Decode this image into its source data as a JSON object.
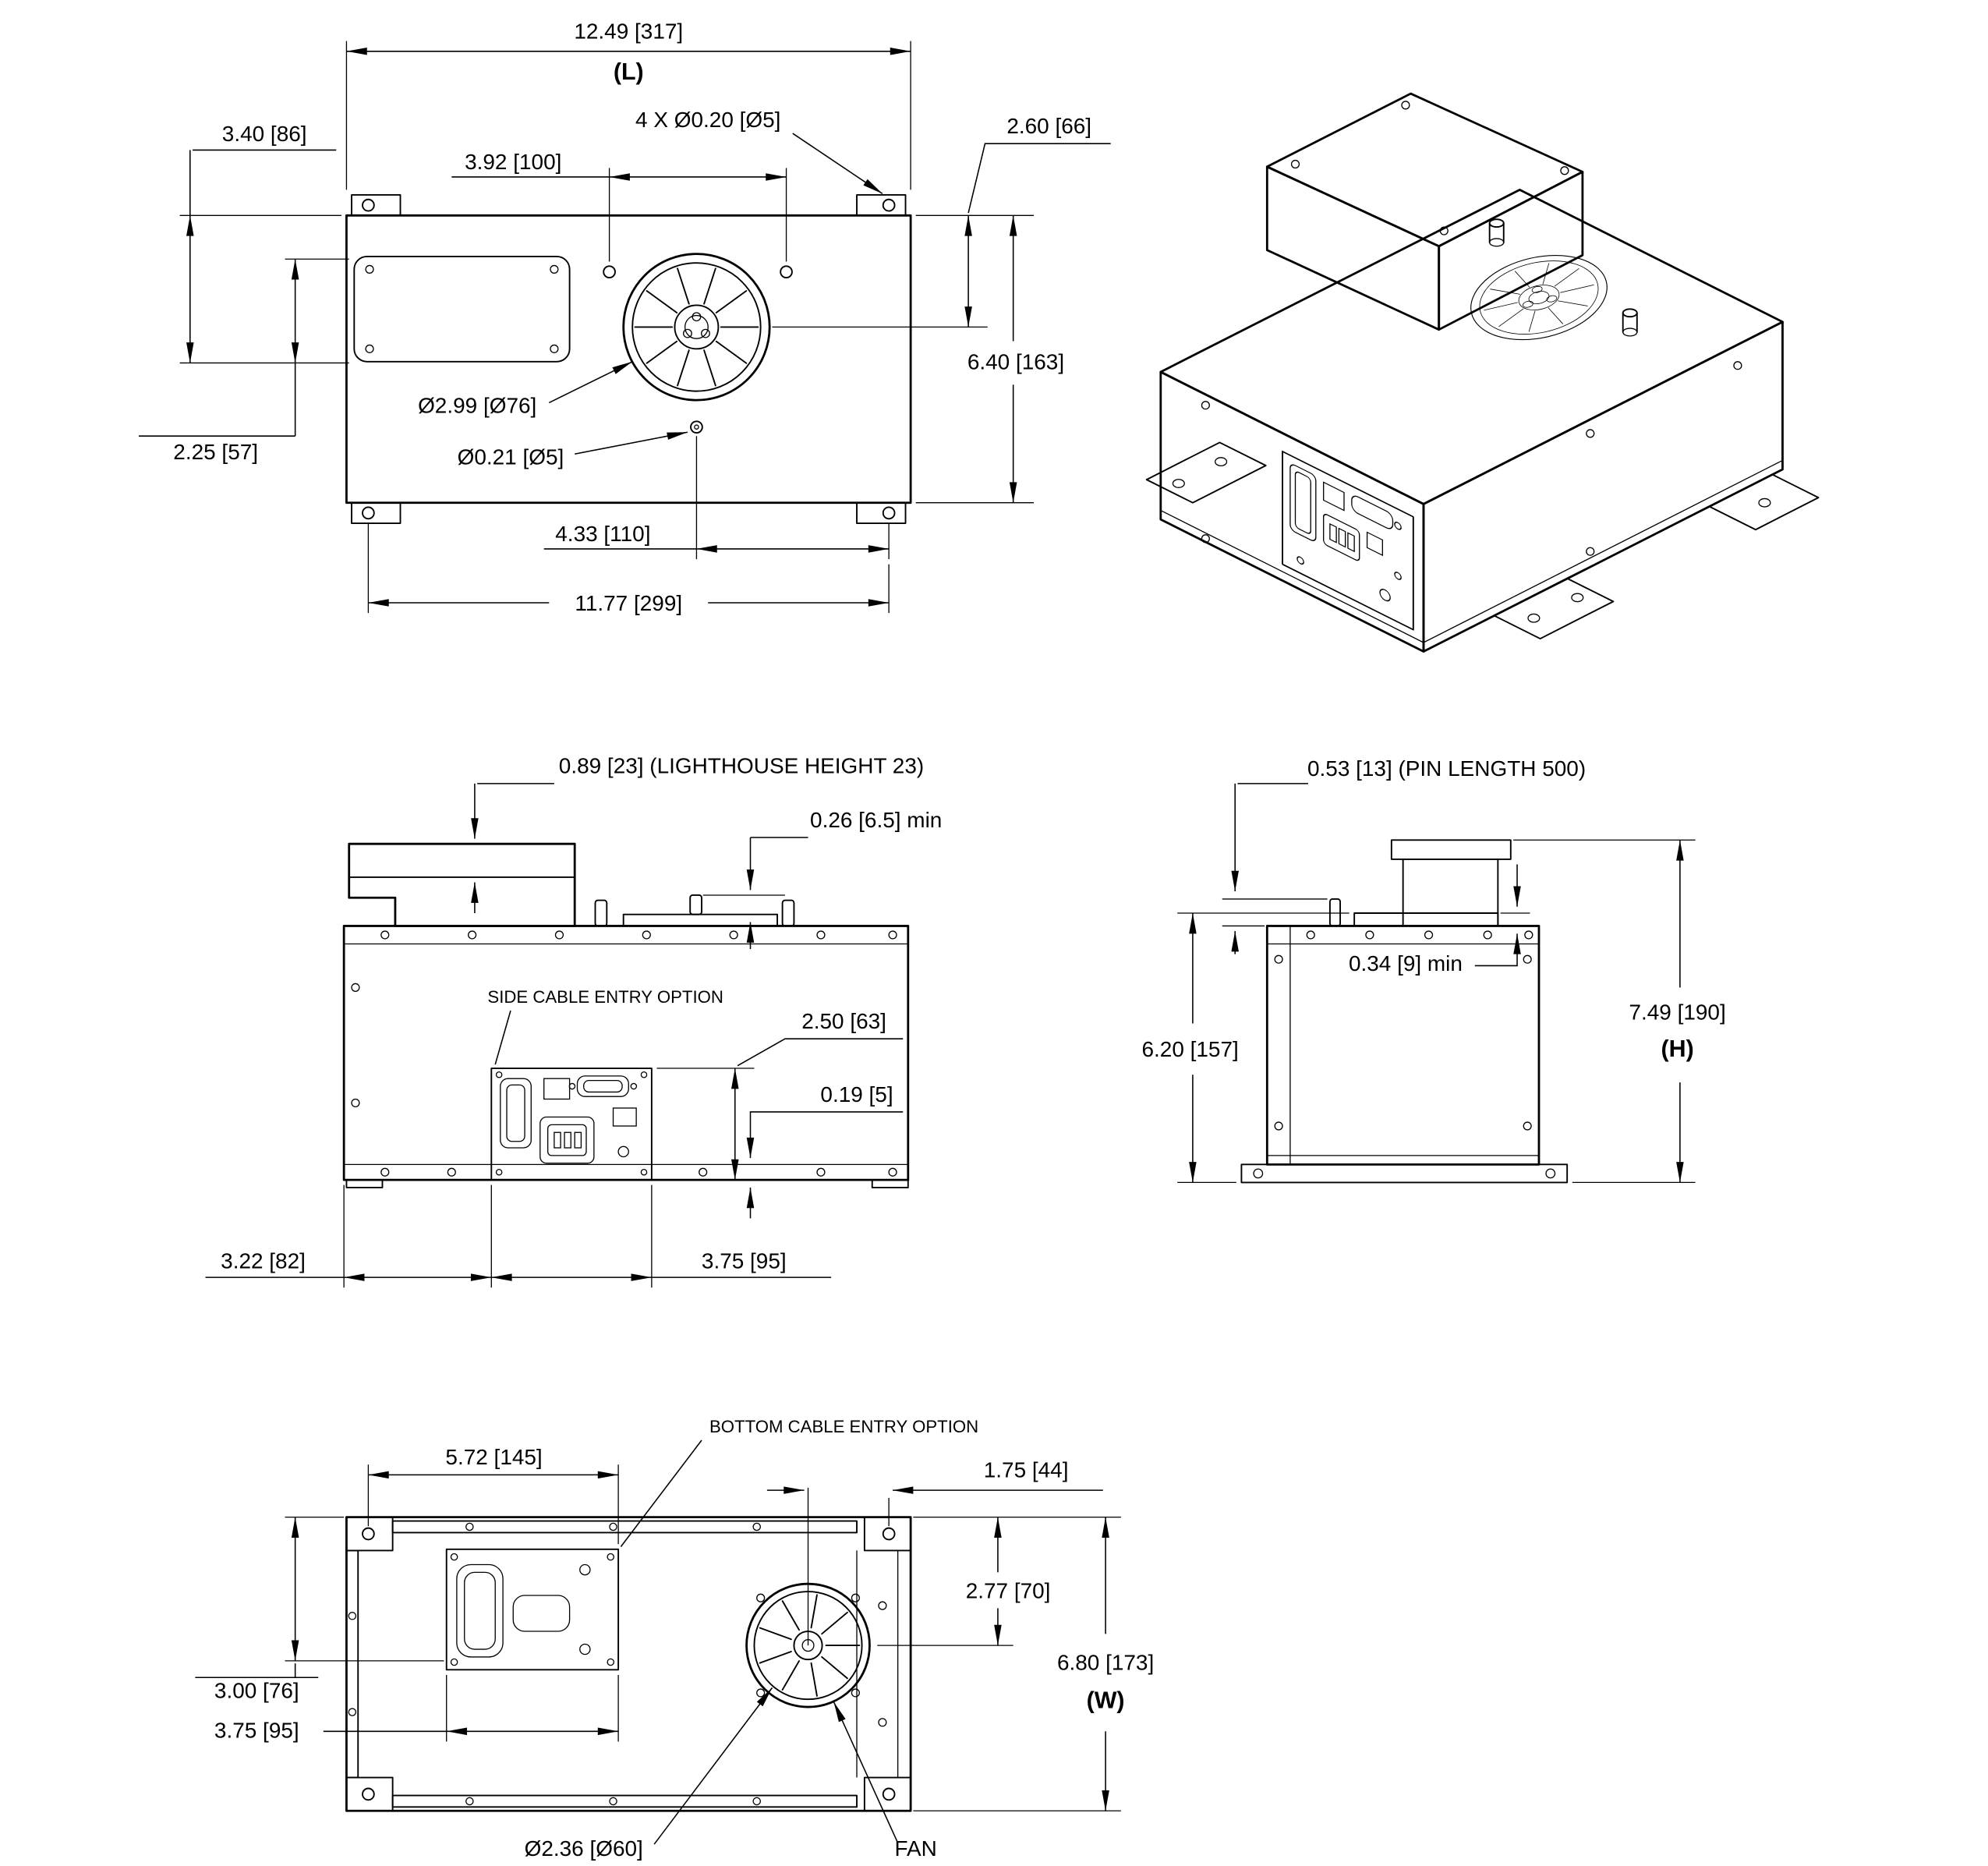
{
  "meta": {
    "background": "#ffffff",
    "line_color": "#000000"
  },
  "top_view": {
    "overall_length": "12.49 [317]",
    "overall_length_tag": "(L)",
    "window_offset": "3.40 [86]",
    "window_height": "2.25 [57]",
    "hole_spacing": "3.92 [100]",
    "mount_hole_note": "4 X Ø0.20 [Ø5]",
    "fan_center_offset": "2.60 [66]",
    "overall_depth": "6.40 [163]",
    "lighthouse_dia": "Ø2.99 [Ø76]",
    "pin_hole_dia": "Ø0.21 [Ø5]",
    "fan_to_mount": "4.33 [110]",
    "mount_spacing": "11.77 [299]"
  },
  "front_view": {
    "lighthouse_height": "0.89 [23] (LIGHTHOUSE HEIGHT 23)",
    "pin_clearance": "0.26 [6.5] min",
    "side_cable_note": "SIDE CABLE ENTRY OPTION",
    "connector_panel_height": "2.50 [63]",
    "base_thickness": "0.19 [5]",
    "left_to_panel": "3.22 [82]",
    "panel_width": "3.75 [95]"
  },
  "side_view": {
    "pin_length": "0.53 [13] (PIN LENGTH 500)",
    "plate_clearance": "0.34 [9] min",
    "body_height": "6.20 [157]",
    "overall_height": "7.49 [190]",
    "overall_height_tag": "(H)"
  },
  "bottom_view": {
    "mount_to_cable": "5.72 [145]",
    "bottom_cable_note": "BOTTOM CABLE ENTRY OPTION",
    "fan_to_mount": "1.75 [44]",
    "fan_center_offset": "2.77 [70]",
    "overall_width": "6.80 [173]",
    "overall_width_tag": "(W)",
    "edge_to_cable_bottom": "3.00 [76]",
    "cable_width": "3.75 [95]",
    "fan_dia": "Ø2.36 [Ø60]",
    "fan_label": "FAN"
  }
}
